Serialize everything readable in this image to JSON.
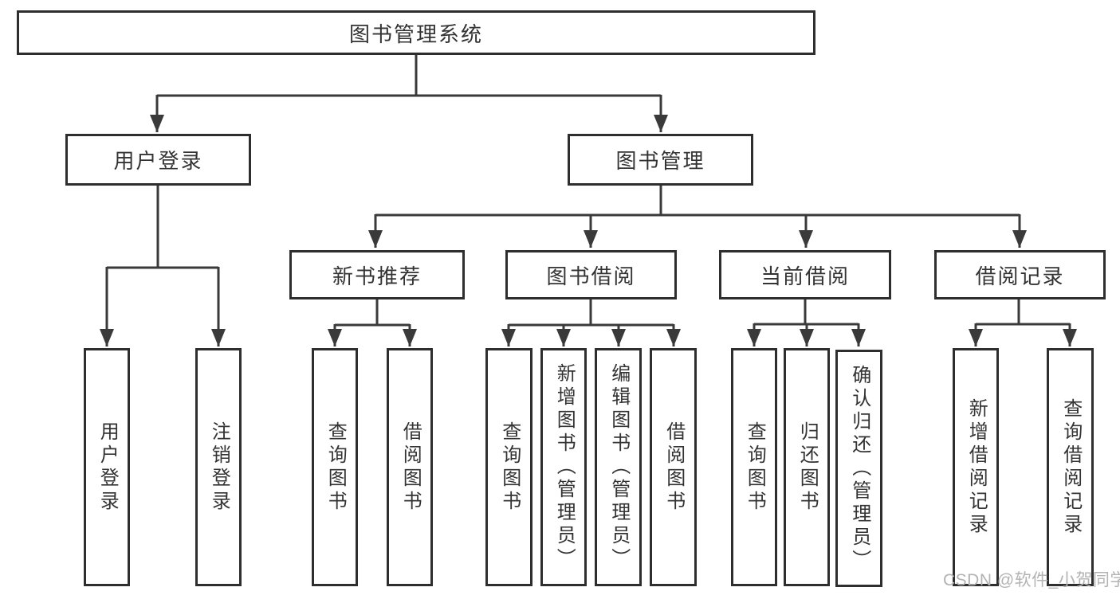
{
  "tree": {
    "root": {
      "label": "图书管理系统",
      "children": [
        {
          "label": "用户登录",
          "children": [
            {
              "label": "用户登录"
            },
            {
              "label": "注销登录"
            }
          ]
        },
        {
          "label": "图书管理",
          "children": [
            {
              "label": "新书推荐",
              "children": [
                {
                  "label": "查询图书"
                },
                {
                  "label": "借阅图书"
                }
              ]
            },
            {
              "label": "图书借阅",
              "children": [
                {
                  "label": "查询图书"
                },
                {
                  "label": "新增图书（管理员）"
                },
                {
                  "label": "编辑图书（管理员）"
                },
                {
                  "label": "借阅图书"
                }
              ]
            },
            {
              "label": "当前借阅",
              "children": [
                {
                  "label": "查询图书"
                },
                {
                  "label": "归还图书"
                },
                {
                  "label": "确认归还（管理员）"
                }
              ]
            },
            {
              "label": "借阅记录",
              "children": [
                {
                  "label": "新增借阅记录"
                },
                {
                  "label": "查询借阅记录"
                }
              ]
            }
          ]
        }
      ]
    }
  },
  "watermark": {
    "text": "CSDN @软件_小贺同学"
  },
  "colors": {
    "line": "#3a3a3a",
    "box_border": "#2e2e2e",
    "text": "#333333",
    "watermark": "#b3b3b3",
    "background": "#ffffff"
  }
}
